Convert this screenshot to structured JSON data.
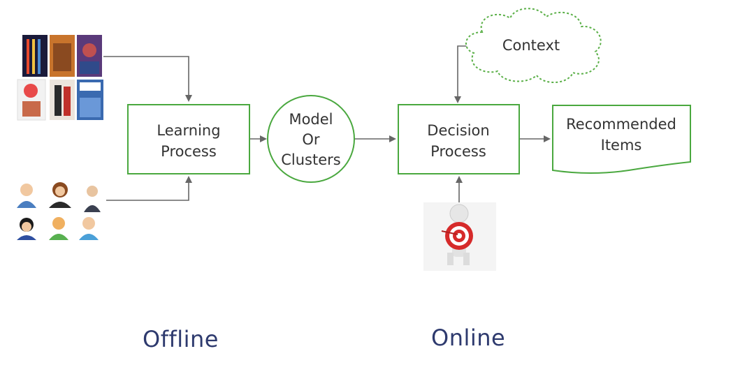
{
  "nodes": {
    "learning_process": [
      "Learning",
      "Process"
    ],
    "model": [
      "Model",
      "Or",
      "Clusters"
    ],
    "decision_process": [
      "Decision",
      "Process"
    ],
    "recommended_items": [
      "Recommended",
      "Items"
    ],
    "context": "Context"
  },
  "phases": {
    "offline": "Offline",
    "online": "Online"
  },
  "colors": {
    "box_border": "#4aa83f",
    "context_border": "#5aaf47",
    "arrow": "#666666",
    "phase_text": "#2e3a6e"
  },
  "icons": {
    "movies": "movie-posters-icon",
    "users": "user-avatars-icon",
    "target_user": "target-person-icon"
  }
}
